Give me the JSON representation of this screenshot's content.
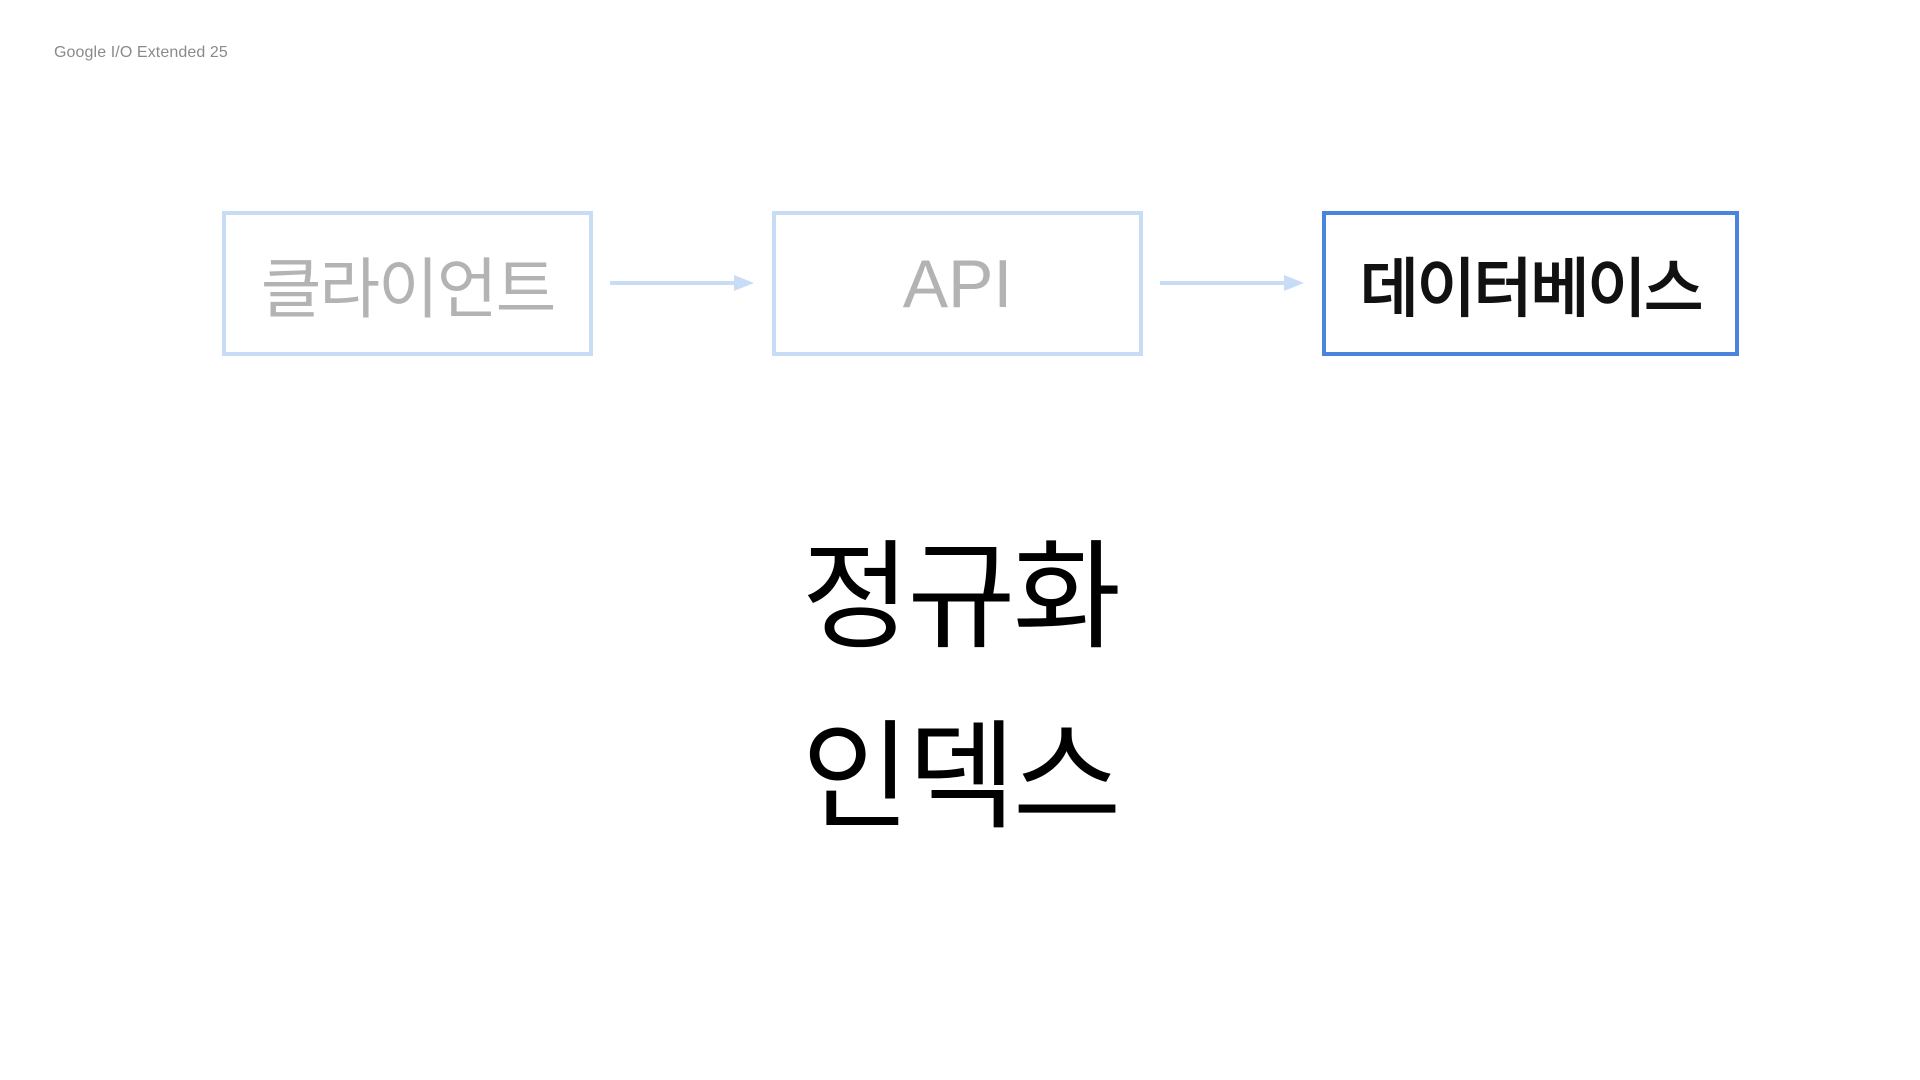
{
  "footer": {
    "brand": "Google I/O Extended 25"
  },
  "flow": {
    "steps": [
      {
        "label": "클라이언트",
        "state": "inactive"
      },
      {
        "label": "API",
        "state": "inactive"
      },
      {
        "label": "데이터베이스",
        "state": "active"
      }
    ]
  },
  "topics": [
    "정규화",
    "인덱스"
  ],
  "colors": {
    "inactive_border": "#c8dcf6",
    "inactive_text": "#b3b3b3",
    "active_border": "#4a84dd",
    "active_text": "#111111",
    "arrow": "#c8dcf6",
    "brand_text": "#8a8a8a"
  }
}
